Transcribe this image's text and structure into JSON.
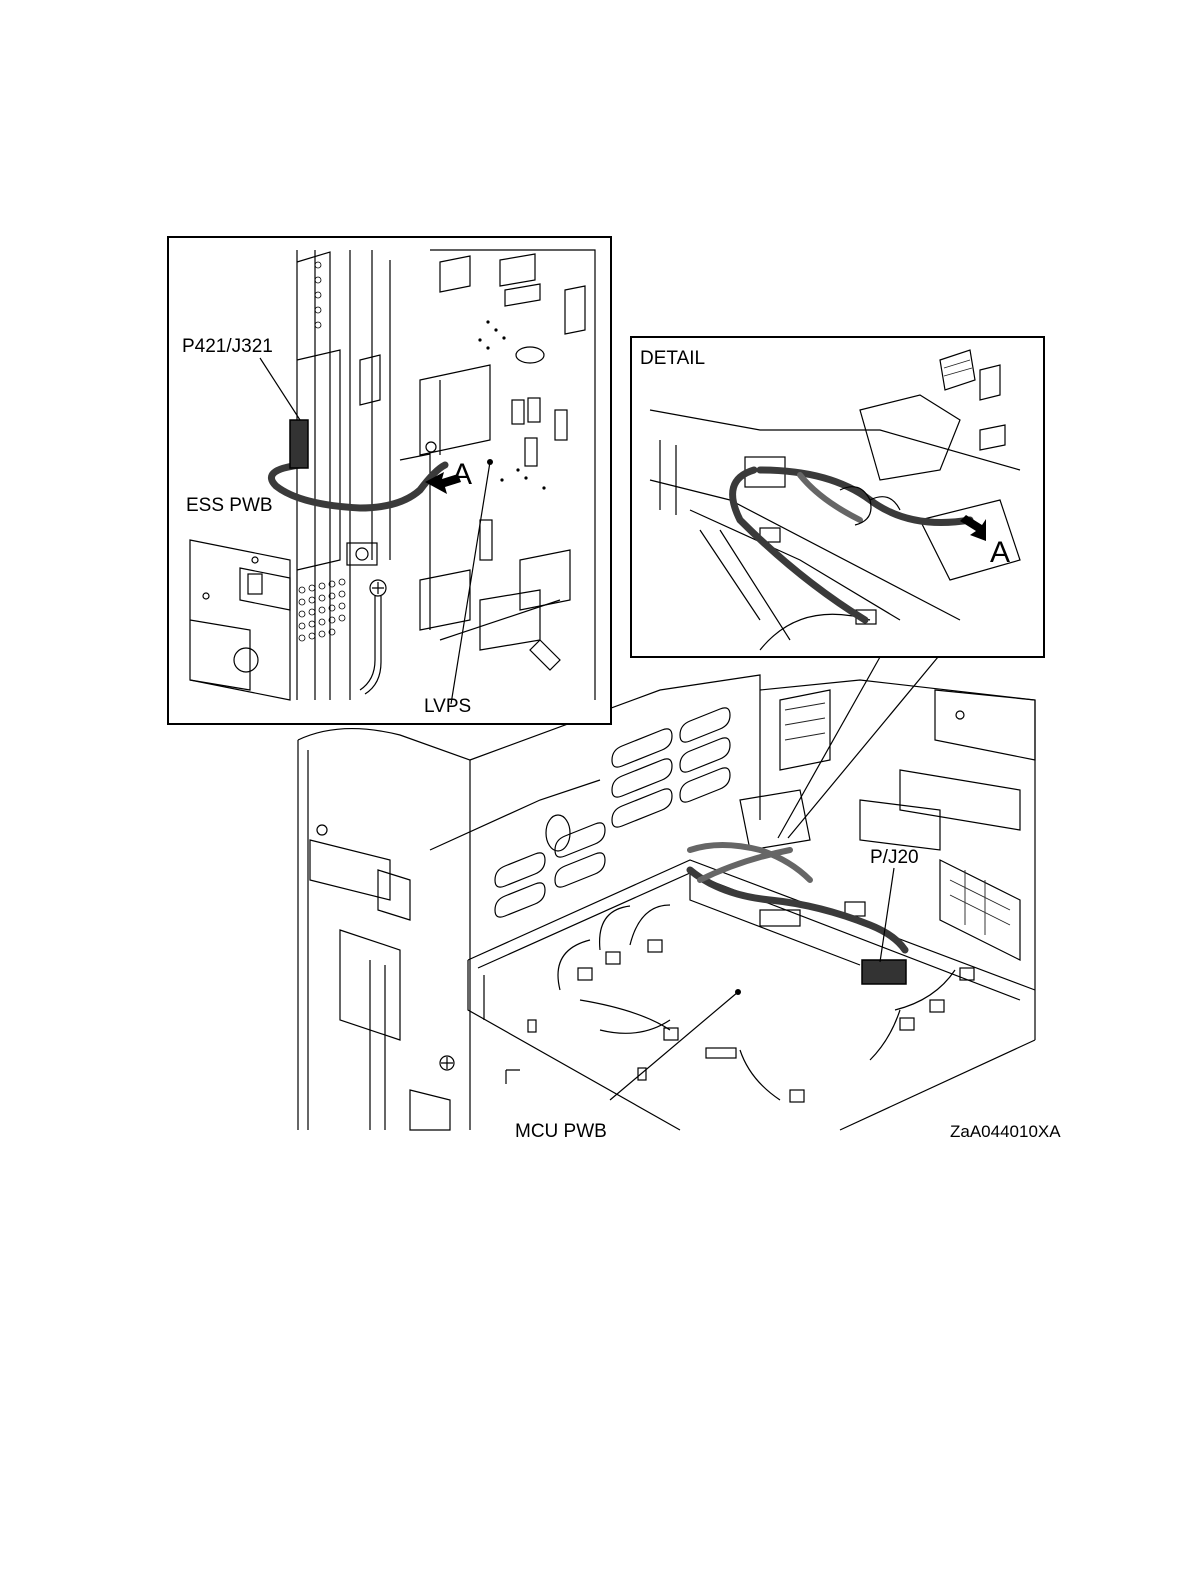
{
  "labels": {
    "p421_j321": "P421/J321",
    "ess_pwb": "ESS PWB",
    "lvps": "LVPS",
    "detail": "DETAIL",
    "arrow_a_left": "A",
    "arrow_a_detail": "A",
    "pj20": "P/J20",
    "mcu_pwb": "MCU PWB",
    "figure_code": "ZaA044010XA"
  },
  "colors": {
    "line": "#000000",
    "cable": "#3a3a3a",
    "background": "#ffffff"
  }
}
